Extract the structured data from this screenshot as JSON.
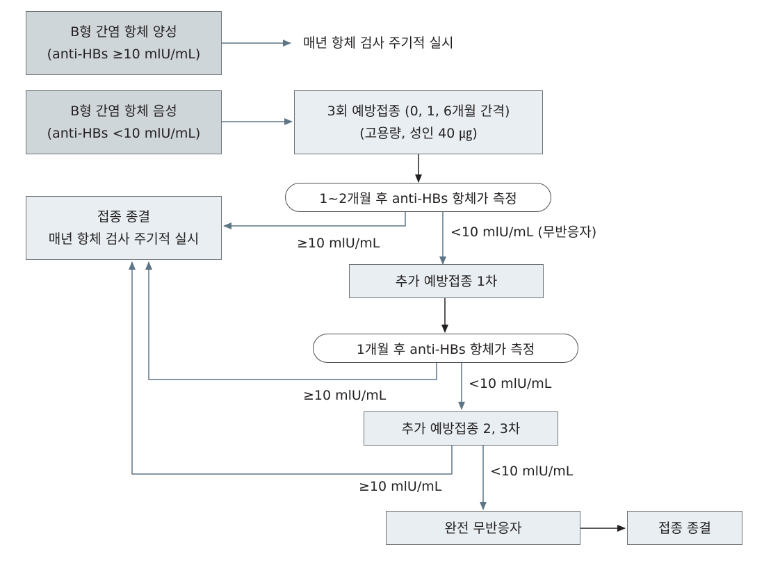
{
  "positive": {
    "line1": "B형 간염 항체 양성",
    "line2": "(anti-HBs ≥10 mlU/mL)"
  },
  "positive_action": "매년 항체 검사 주기적 실시",
  "negative": {
    "line1": "B형 간염 항체 음성",
    "line2": "(anti-HBs <10 mlU/mL)"
  },
  "vaccination3": {
    "line1": "3회 예방접종 (0, 1, 6개월 간격)",
    "line2": "(고용량, 성인 40 ㎍)"
  },
  "measure1": "1~2개월 후 anti-HBs 항체가 측정",
  "stop_followup": {
    "line1": "접종 종결",
    "line2": "매년 항체 검사 주기적 실시"
  },
  "ge10_label": "≥10 mlU/mL",
  "lt10_nonresponder_label": "<10 mlU/mL (무반응자)",
  "lt10_label": "<10 mlU/mL",
  "booster1": "추가 예방접종 1차",
  "measure2": "1개월 후 anti-HBs 항체가 측정",
  "booster23": "추가 예방접종 2, 3차",
  "complete_nonresponder": "완전 무반응자",
  "stop": "접종 종결",
  "colors": {
    "arrow": "#5d7585",
    "arrow_dark": "#231f20",
    "box_dark": "#cfd6d9",
    "box_light": "#e8eef1"
  }
}
